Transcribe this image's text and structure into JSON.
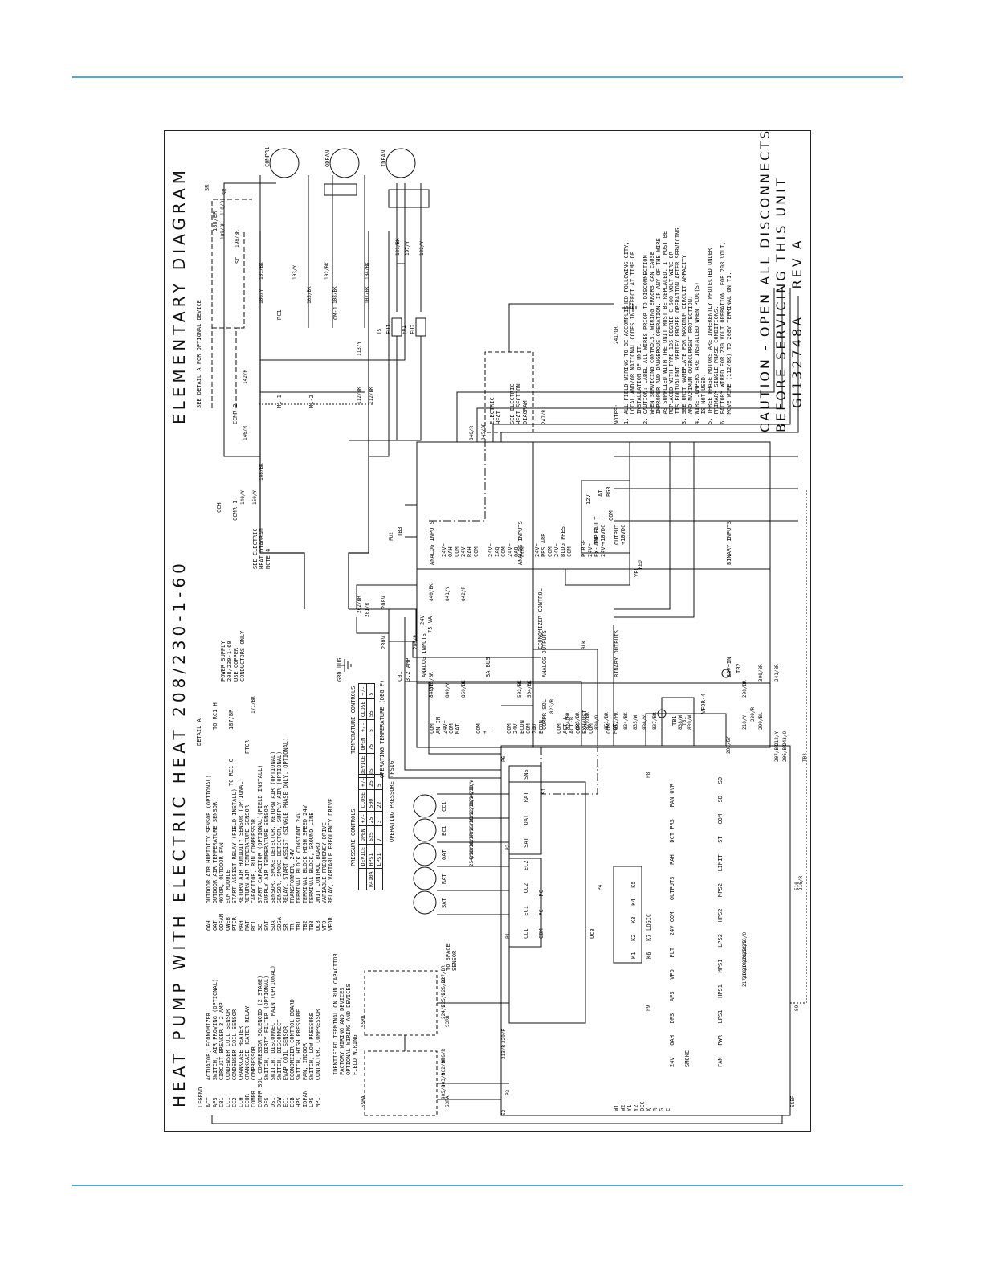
{
  "title": "HEAT PUMP WITH ELECTRIC HEAT 208/230-1-60",
  "diagram_title": "ELEMENTARY DIAGRAM",
  "caution_line1": "CAUTION - OPEN ALL DISCONNECTS",
  "caution_line2": "BEFORE SERVICING THIS UNIT",
  "doc_number": "GI132748A    REV A",
  "legend": {
    "heading": "LEGEND",
    "col1": [
      "ACT     ACTUATOR, ECONOMIZER",
      "APS     SWITCH, AIR PROVING (OPTIONAL)",
      "CB1     CIRCUIT BREAKER 3.2 AMP",
      "CC1     CONDENSER COIL SENSOR",
      "CC2     CONDENSER COIL SENSOR",
      "CCH     CRANKCASE HEATER",
      "CCHR    CRANKCASE HEATER RELAY",
      "COMPR   COMPRESSOR",
      "COMPR SOL COMPRESSOR SOLENOID (2 STAGE)",
      "DFS     SWITCH, DIRTY FILTER (OPTIONAL)",
      "DS1     SWITCH, DISCONNECT MAIN (OPTIONAL)",
      "DSW     SWITCH, DISCONNECT",
      "EC1     EVAP COIL SENSOR",
      "ECB     ECONOMIZER CONTROL BOARD",
      "HPS     SWITCH, HIGH PRESSURE",
      "IDFAN   FAN, INDOOR",
      "LPS     SWITCH, LOW PRESSURE",
      "MP1     CONTACTOR, COMPRESSOR"
    ],
    "col2": [
      "OAH     OUTDOOR AIR HUMIDITY SENSOR (OPTIONAL)",
      "OAT     OUTDOOR AIR TEMPERATURE SENSOR",
      "ODFAN   MOTOR, OUTDOOR FAN",
      "OWEB    ECM MODULE",
      "PTCR    START ASSIST RELAY (FIELD INSTALL)",
      "RAH     RETURN AIR HUMIDITY SENSOR (OPTIONAL)",
      "RAT     RETURN AIR TEMPERATURE SENSOR",
      "RC1     CAPACITOR, RUN COMPRESSOR",
      "SC      START CAPACITOR (OPTIONAL)(FIELD INSTALL)",
      "SAT     SUPPLY AIR TEMPERATURE SENSOR",
      "SDA     SENSOR, SMOKE DETECTOR, RETURN AIR (OPTIONAL)",
      "SDSA    SENSOR, SMOKE DETECTOR, SUPPLY AIR (OPTIONAL)",
      "SR      RELAY, START ASSIST (SINGLE PHASE ONLY, OPTIONAL)",
      "TR      TRANSFORMER, 24V",
      "TB1     TERMINAL BLOCK CONSTANT 24V",
      "TB2     TERMINAL BLOCK HIGH SPEED 24V",
      "TB3     TERMINAL BLOCK, GROUND LINE",
      "UCB     UNIT CONTROL BOARD",
      "VFD     VARIABLE FREQUENCY DRIVE",
      "VFDR    RELAY, VARIABLE FREQUENCY DRIVE"
    ],
    "symbols": [
      "IDENTIFIED TERMINAL ON RUN CAPACITOR",
      "FACTORY WIRING AND DEVICES",
      "OPTIONAL WIRING AND DEVICES",
      "FIELD WIRING"
    ]
  },
  "pressure_table": {
    "title": "PRESSURE CONTROLS",
    "headers": [
      "",
      "DEVICE",
      "OPERATING PRESSURE (PSIG)",
      "",
      ""
    ],
    "subheaders": [
      "",
      "",
      "OPEN",
      "+/-",
      "CLOSE",
      "+/-"
    ],
    "rows": [
      [
        "R410A",
        "HPS1",
        "625",
        "25",
        "500",
        "25"
      ],
      [
        "",
        "LPS1",
        "7",
        "3",
        "22",
        "5"
      ]
    ]
  },
  "temp_table": {
    "title": "TEMPERATURE CONTROLS",
    "headers": [
      "DEVICE",
      "OPERATING TEMPERATURE (DEG F)"
    ],
    "subheaders": [
      "",
      "OPEN",
      "+/-",
      "CLOSE",
      "+/-"
    ],
    "rows": [
      [
        "TS",
        "75",
        "5",
        "55",
        "5"
      ]
    ]
  },
  "notes": {
    "heading": "NOTES:",
    "items": [
      "1. ALL FIELD WIRING TO BE ACCOMPLISHED FOLLOWING CITY,",
      "   LOCAL AND/OR NATIONAL CODES IN EFFECT AT TIME OF",
      "   INSTALLATION OF UNIT.",
      "2. CAUTION: LABEL ALL WIRES PRIOR TO DISCONNECTION",
      "   WHEN SERVICING CONTROLS. WIRING ERRORS CAN CAUSE",
      "   IMPROPER AND DANGEROUS OPERATION. IF ANY OF THE WIRE",
      "   AS SUPPLIED WITH THE UNIT MUST BE REPLACED, IT MUST BE",
      "   REPLACED WITH TYPE 105 DEGREE C 600 VOLT WIRE OR",
      "   ITS EQUIVALENT. VERIFY PROPER OPERATION AFTER SERVICING.",
      "3. SEE UNIT NAMEPLATE FOR MAXIMUM CIRCUIT AMPACITY",
      "   AND MAXIMUM OVERCURRENT PROTECTION.",
      "4. WIRE JUMPERS ARE INSTALLED WHEN PLUG(S)",
      "   IS NOT USED.",
      "5. THREE PHASE MOTORS ARE INHERENTLY PROTECTED UNDER",
      "   PRIMARY SINGLE PHASE CONDITIONS.",
      "6. FACTORY WIRED FOR 230 VOLT OPERATION. FOR 208 VOLT,",
      "   MOVE WIRE (112/BK) TO 208V TERMINAL ON T1."
    ]
  },
  "detail_a": {
    "heading": "DETAIL A",
    "ref": "SEE DETAIL A FOR OPTIONAL DEVICE",
    "labels": [
      "PTCR",
      "TO RC1 C",
      "TO RC1 H",
      "187/BR",
      "188/BR",
      "SR",
      "SC"
    ]
  },
  "power_supply": {
    "label_lines": [
      "POWER SUPPLY",
      "208/230-1-60",
      "USE COPPER",
      "CONDUCTORS ONLY"
    ],
    "ground": "GRD LUG",
    "elec_heat_ref": [
      "SEE ELECTRIC",
      "HEAT DIAGRAM",
      "NOTE 4"
    ]
  },
  "components": {
    "compr": "COMPR1",
    "odfan": "ODFAN",
    "idfan": "IDFAN",
    "m1": "M1-1",
    "m2": "M1-2",
    "rc1": "RC1",
    "om1": "OM-1",
    "ccmr": "CCMR-1",
    "ccmr2": "CCMR-2",
    "cch": "CCH",
    "sr": "SR",
    "transformer": [
      "208V",
      "230V",
      "24V",
      "75 VA"
    ],
    "tb3": "TB3",
    "tb2": "TB2",
    "tb1": "TB1",
    "cb1": [
      "CB1",
      "3.2 AMP"
    ],
    "fu1": "FU1",
    "fu2": "FU2",
    "elec_heat": [
      "ELECTRIC",
      "HEAT"
    ],
    "elec_heat_ref": [
      "SEE ELECTRIC",
      "HEAT SECTION",
      "DIAGRAM"
    ],
    "vfd": [
      "12V",
      "INPUT",
      "+10VDC",
      "COM",
      "OUTPUT",
      "+10VDC",
      "YEL",
      "AI",
      "BG3"
    ],
    "ucb": "UCB",
    "logic": "LOGIC",
    "compr_sol": "COMPR SOL",
    "vfdr": "VFDR-4",
    "to_space_sensor": [
      "TO SPACE",
      "SENSOR"
    ]
  },
  "econ_control": {
    "title": "ECONOMIZER CONTROL",
    "analog_inputs_top": "ANALOG INPUTS",
    "sa_bus": "SA BUS",
    "analog_outputs": "ANALOG OUTPUTS",
    "binary_outputs": "BINARY OUTPUTS",
    "power_in": "24V~IN",
    "analog_inputs_bottom": "ANALOG INPUTS",
    "analog_inputs_bottom2": "ANALOG INPUTS",
    "binary_inputs": "BINARY INPUTS",
    "top_terms": [
      "COM",
      "AN IN",
      "24V~",
      "COM",
      "MAT",
      "COM",
      "+",
      "-",
      "COM",
      "24V",
      "ECON",
      "COM",
      "24V",
      "ECON",
      "COM",
      "ACT-A",
      "ACT-B",
      "COM",
      "EXHAUST",
      "COM",
      "COM",
      "HOT"
    ],
    "bottom_terms": [
      "24V~",
      "OAH",
      "COM",
      "24V~",
      "RAH",
      "COM",
      "24V~",
      "IAQ",
      "COM",
      "24V~",
      "OAQ",
      "COM",
      "24V~",
      "PRS ARR",
      "COM",
      "24V~",
      "BLDG PRES",
      "COM",
      "PURGE",
      "24V~",
      "EX-VFD FAULT",
      "24V~"
    ]
  },
  "ucb_board": {
    "inputs": [
      "CC1",
      "EC1",
      "CC2",
      "EC2",
      "SAT",
      "OAT",
      "RAT",
      "SNS",
      "COM",
      "FC",
      "FC"
    ],
    "outputs": [
      "W1",
      "W2",
      "Y1",
      "Y2",
      "OCC",
      "X",
      "R",
      "G",
      "C"
    ],
    "misc": [
      "24V",
      "OAH",
      "DFS",
      "APS",
      "VFD",
      "FLT",
      "24V COM",
      "OUTPUTS",
      "RAH",
      "DCT PRS",
      "FAN OVR",
      "SMOKE",
      "FAN",
      "PWR",
      "LPS1",
      "HPS1",
      "MPS1",
      "LPS2",
      "HPS2",
      "MPS2",
      "LIMIT",
      "ST",
      "COM",
      "SD",
      "SD"
    ],
    "logic_blocks": [
      "K1",
      "K2",
      "K3",
      "K4",
      "K5",
      "K6",
      "K7"
    ],
    "sensors": [
      "CC1",
      "EC1",
      "OAT",
      "RAT",
      "SAT"
    ]
  },
  "wire_labels": [
    "140/Y",
    "150/Y",
    "142/R",
    "146/R",
    "112/BK",
    "113/Y",
    "101/BK",
    "103/Y",
    "102/BK",
    "198/BR",
    "109/BK",
    "110/O",
    "106/Y",
    "105/BK",
    "108/BK",
    "107/BK",
    "121/BK",
    "122/Y",
    "197/Y",
    "104/BK",
    "112/BK",
    "171/BR",
    "148/BK",
    "201/R",
    "202/BR",
    "318/BR",
    "200/R",
    "846/R",
    "845/BR",
    "840/BK",
    "841/Y",
    "842/R",
    "848/R",
    "849/Y",
    "850/BK",
    "502/BK",
    "504/BK",
    "823/R",
    "824/BR",
    "825/BR",
    "829/BR",
    "830/O",
    "851/BR",
    "852/PR",
    "834/BK",
    "835/W",
    "836/Y",
    "837/BR",
    "838/W",
    "839/W",
    "241/BR",
    "300/BR",
    "298/BR",
    "299/BL",
    "230/R",
    "210/Y",
    "212/Y",
    "243/O",
    "205/GY",
    "207/BR",
    "206/BR",
    "233/W",
    "234/BK",
    "231/W",
    "232/BK",
    "235/W",
    "236/BK",
    "237/W",
    "238/BK",
    "253/BL",
    "254/BK",
    "905/R",
    "903/R",
    "902/BR",
    "906/R",
    "224/R",
    "225/R",
    "226/BR",
    "227/BR",
    "229/R",
    "213/R",
    "247/R",
    "241/GR",
    "217/O",
    "218/O",
    "219/BL",
    "220/BL",
    "252/O",
    "253/O",
    "216/R"
  ],
  "small_labels": [
    "SSRA",
    "SSRB",
    "S3RA",
    "S3RB",
    "SSEF",
    "BLK",
    "RED",
    "TB1",
    "S9",
    "S10",
    "P8",
    "P9",
    "P1",
    "P2",
    "P3",
    "P4",
    "P6",
    "S2",
    "S1",
    "TS",
    "FU1",
    "FU2",
    "TB3"
  ]
}
